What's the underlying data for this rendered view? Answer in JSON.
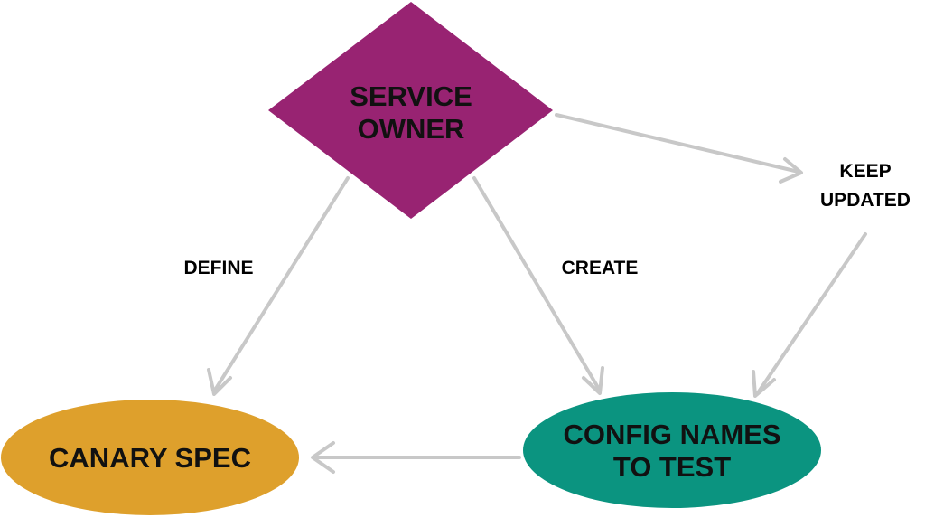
{
  "colors": {
    "service_owner": "#982372",
    "canary_spec": "#dea02c",
    "config_names": "#0b9480",
    "edge": "#c8c8c8",
    "text": "#111111"
  },
  "nodes": {
    "service_owner": {
      "line1": "SERVICE",
      "line2": "OWNER"
    },
    "canary_spec": {
      "label": "CANARY SPEC"
    },
    "config_names": {
      "line1": "CONFIG NAMES",
      "line2": "TO TEST"
    }
  },
  "edges": {
    "define": {
      "label": "DEFINE"
    },
    "create": {
      "label": "CREATE"
    },
    "keep_updated": {
      "line1": "KEEP",
      "line2": "UPDATED"
    }
  }
}
